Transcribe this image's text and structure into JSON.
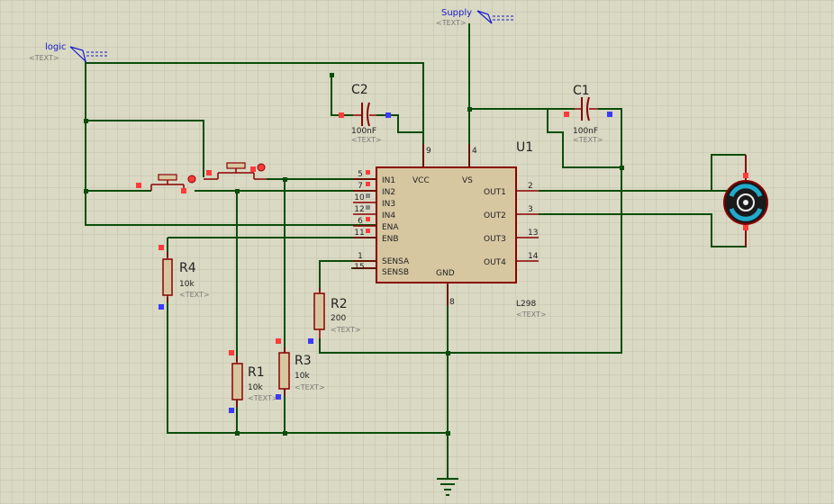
{
  "terminals": {
    "logic": {
      "label": "logic",
      "text": "<TEXT>"
    },
    "supply": {
      "label": "Supply",
      "text": "<TEXT>"
    }
  },
  "components": {
    "c2": {
      "ref": "C2",
      "value": "100nF",
      "text": "<TEXT>"
    },
    "c1": {
      "ref": "C1",
      "value": "100nF",
      "text": "<TEXT>"
    },
    "u1": {
      "ref": "U1",
      "part": "L298",
      "text": "<TEXT>"
    },
    "r1": {
      "ref": "R1",
      "value": "10k",
      "text": "<TEXT>"
    },
    "r2": {
      "ref": "R2",
      "value": "200",
      "text": "<TEXT>"
    },
    "r3": {
      "ref": "R3",
      "value": "10k",
      "text": "<TEXT>"
    },
    "r4": {
      "ref": "R4",
      "value": "10k",
      "text": "<TEXT>"
    }
  },
  "ic_pins": {
    "left": [
      {
        "name": "IN1",
        "num": "5"
      },
      {
        "name": "IN2",
        "num": "7"
      },
      {
        "name": "IN3",
        "num": "10"
      },
      {
        "name": "IN4",
        "num": "12"
      },
      {
        "name": "ENA",
        "num": "6"
      },
      {
        "name": "ENB",
        "num": "11"
      },
      {
        "name": "SENSA",
        "num": "1"
      },
      {
        "name": "SENSB",
        "num": "15"
      }
    ],
    "top": [
      {
        "name": "VCC",
        "num": "9"
      },
      {
        "name": "VS",
        "num": "4"
      }
    ],
    "right": [
      {
        "name": "OUT1",
        "num": "2"
      },
      {
        "name": "OUT2",
        "num": "3"
      },
      {
        "name": "OUT3",
        "num": "13"
      },
      {
        "name": "OUT4",
        "num": "14"
      }
    ],
    "bottom": [
      {
        "name": "GND",
        "num": "8"
      }
    ]
  },
  "colors": {
    "wire": "#0b4d0b",
    "component_stroke": "#8b0000",
    "component_fill": "#d7c7a1",
    "label_blue": "#1a1acc",
    "text_gray": "#7a7a7a",
    "pin_red": "#ff3b3b",
    "pin_blue": "#3b3bff",
    "grid": "#c2c2aa"
  }
}
